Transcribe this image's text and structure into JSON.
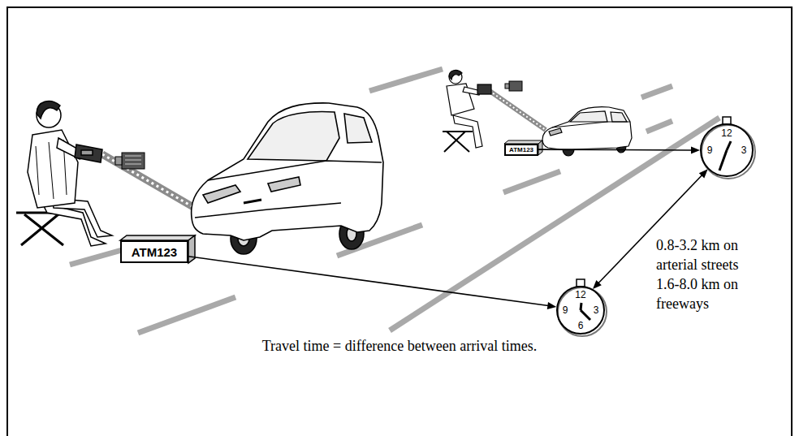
{
  "diagram": {
    "caption": "Travel time = difference between arrival times.",
    "nodes": [
      {
        "text": [
          "ATM123"
        ]
      },
      {
        "text": [
          "12",
          "9",
          "3"
        ]
      },
      {
        "text": [
          "ATM123"
        ]
      },
      {
        "text": [
          "12",
          "9",
          "3",
          "6"
        ]
      }
    ],
    "edges": [
      {
        "from": 0,
        "to": 1,
        "arrow": "to"
      },
      {
        "from": 2,
        "to": 3,
        "arrow": "to"
      },
      {
        "from": 3,
        "to": 1,
        "arrow": "both"
      }
    ],
    "labels": [
      "0.8-3.2 km on arterial streets",
      "1.6-8.0 km on freeways"
    ]
  }
}
